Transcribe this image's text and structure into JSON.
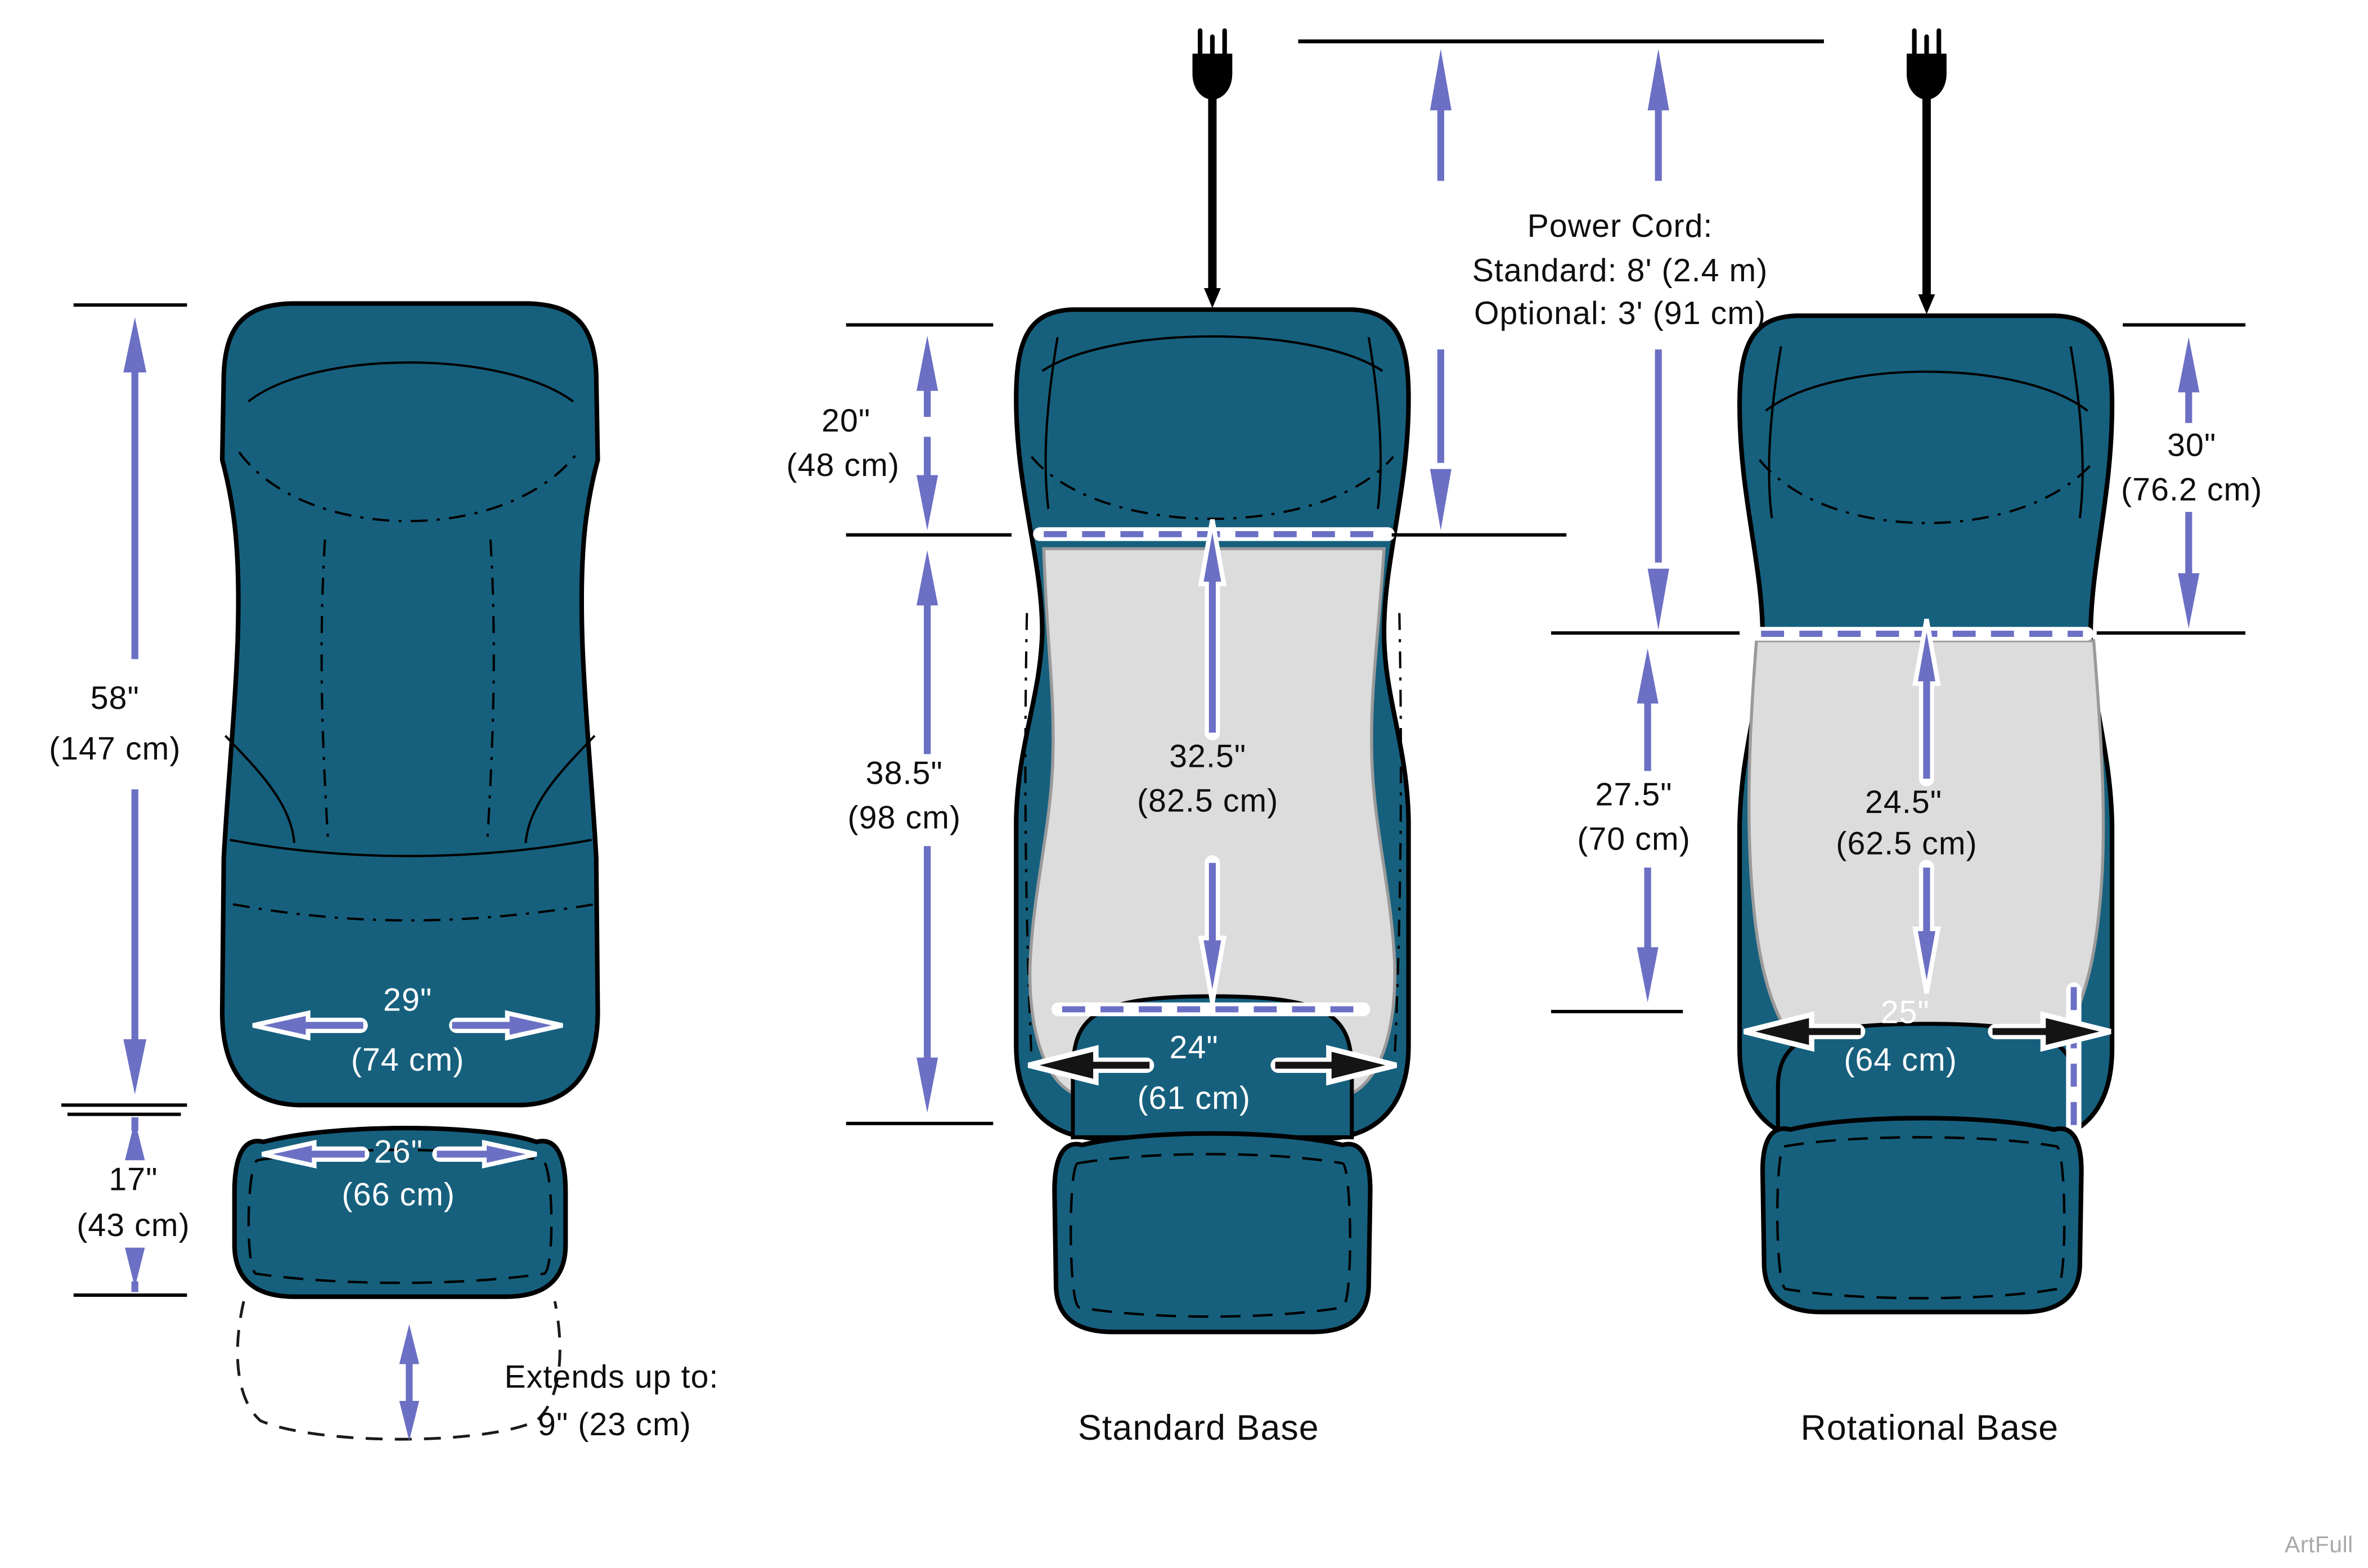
{
  "colors": {
    "chair_teal": "#16607E",
    "inset_gray": "#DCDCDC",
    "dimension_purple": "#6C70C4",
    "outline_black": "#000000",
    "watermark_gray": "#A9A9A9"
  },
  "watermark": "ArtFull",
  "power_cord_note": {
    "line1": "Power Cord:",
    "line2": "Standard: 8' (2.4 m)",
    "line3": "Optional: 3' (91 cm)"
  },
  "left_chair": {
    "height_in": "58\"",
    "height_cm": "(147 cm)",
    "width_in": "29\"",
    "width_cm": "(74 cm)",
    "ottoman_height_in": "17\"",
    "ottoman_height_cm": "(43 cm)",
    "ottoman_width_in": "26\"",
    "ottoman_width_cm": "(66 cm)",
    "extend_line1": "Extends up to:",
    "extend_line2": "9\" (23 cm)"
  },
  "standard_base": {
    "label": "Standard Base",
    "headrest_in": "20\"",
    "headrest_cm": "(48 cm)",
    "back_in": "38.5\"",
    "back_cm": "(98 cm)",
    "pad_in": "32.5\"",
    "pad_cm": "(82.5 cm)",
    "width_in": "24\"",
    "width_cm": "(61 cm)"
  },
  "rotational_base": {
    "label": "Rotational Base",
    "headrest_in": "30\"",
    "headrest_cm": "(76.2 cm)",
    "back_in": "27.5\"",
    "back_cm": "(70 cm)",
    "pad_in": "24.5\"",
    "pad_cm": "(62.5 cm)",
    "width_in": "25\"",
    "width_cm": "(64 cm)"
  }
}
